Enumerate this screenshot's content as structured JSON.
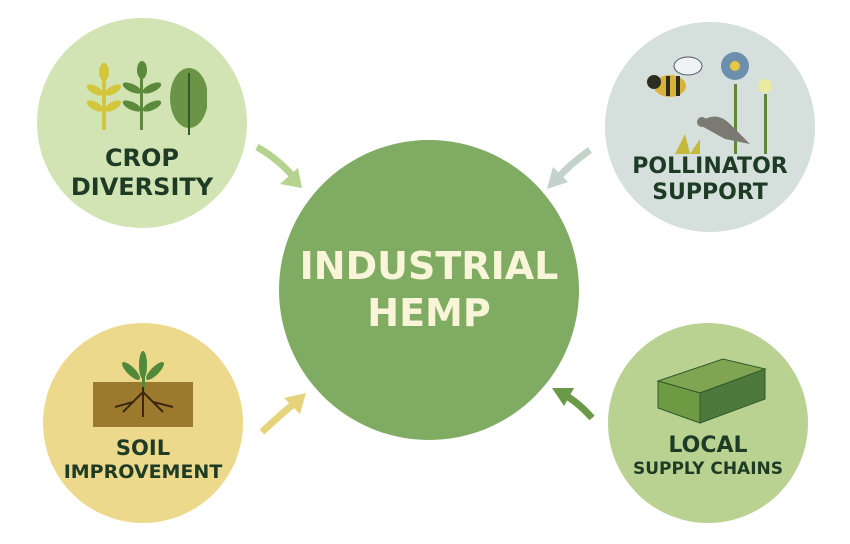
{
  "center": {
    "line1": "INDUSTRIAL",
    "line2": "HEMP"
  },
  "nodes": {
    "crop": {
      "line1": "CROP",
      "line2": "DIVERSITY",
      "icon": "plants-icon"
    },
    "pollinator": {
      "line1": "POLLINATOR",
      "line2": "SUPPORT",
      "icon": "bee-bird-flower-icon"
    },
    "soil": {
      "line1": "SOIL",
      "line2": "IMPROVEMENT",
      "icon": "hemp-roots-icon"
    },
    "local": {
      "line1": "LOCAL",
      "line2": "SUPPLY CHAINS",
      "icon": "hempcrete-block-icon"
    }
  },
  "colors": {
    "hub": "#7fab62",
    "crop": "#d3e4b4",
    "pollinator": "#d5dfdb",
    "soil": "#ecd98b",
    "local": "#bad291",
    "text": "#1e3b25"
  }
}
